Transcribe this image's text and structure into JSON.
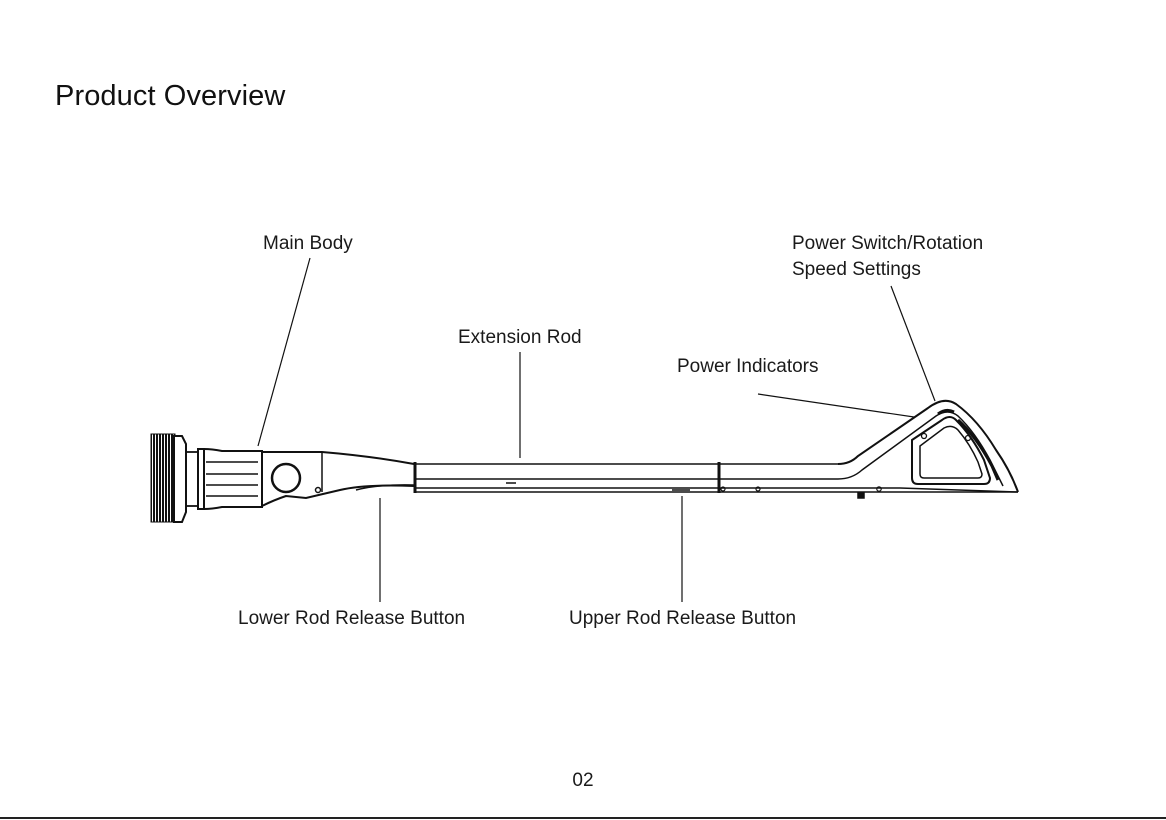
{
  "title": "Product Overview",
  "page_number": "02",
  "labels": {
    "main_body": "Main Body",
    "extension_rod": "Extension Rod",
    "power_indicators": "Power Indicators",
    "power_switch_line1": "Power Switch/Rotation",
    "power_switch_line2": "Speed Settings",
    "lower_release": "Lower Rod Release Button",
    "upper_release": "Upper Rod Release Button"
  }
}
